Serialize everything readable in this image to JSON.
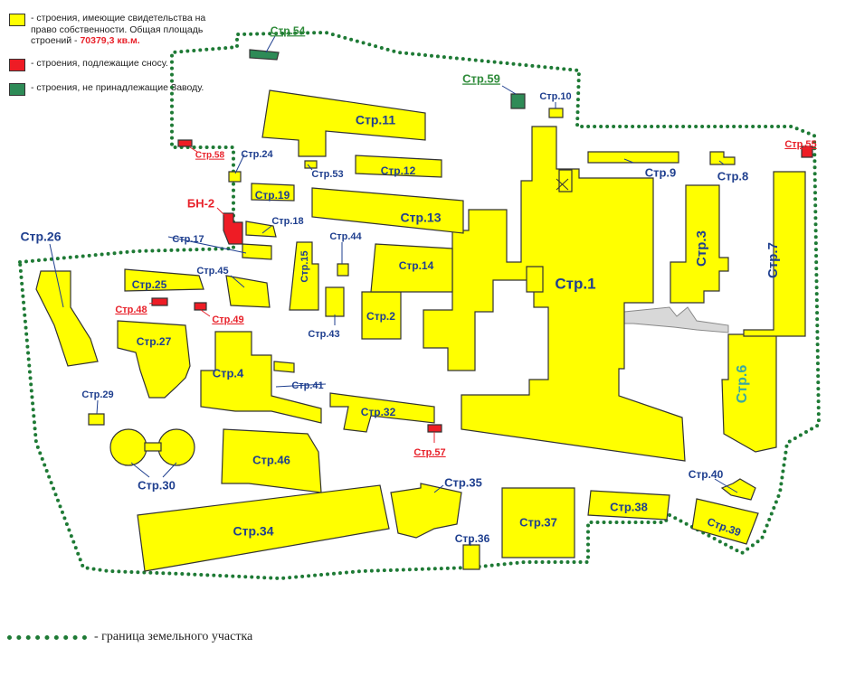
{
  "legend": {
    "owned_text": "- строения, имеющие свидетельства на право собственности. Общая площадь строений -",
    "owned_total": "70379,3 кв.м.",
    "demolish_text": "- строения, подлежащие сносу.",
    "not_owned_text": "- строения, не принадлежащие Заводу.",
    "boundary_text": "- граница земельного участка"
  },
  "colors": {
    "owned": "#ffff00",
    "demolish": "#ee1c25",
    "not_owned": "#2e8b57",
    "boundary": "#1e7a35",
    "label_blue": "#1f3f8f",
    "label_red": "#e8222b",
    "label_green": "#2f8b3a",
    "label_teal": "#3aa8a0"
  },
  "buildings": [
    {
      "label": "Стр.1",
      "status": "owned"
    },
    {
      "label": "Стр.2",
      "status": "owned"
    },
    {
      "label": "Стр.3",
      "status": "owned"
    },
    {
      "label": "Стр.4",
      "status": "owned"
    },
    {
      "label": "Стр.6",
      "status": "owned"
    },
    {
      "label": "Стр.7",
      "status": "owned"
    },
    {
      "label": "Стр.8",
      "status": "owned"
    },
    {
      "label": "Стр.9",
      "status": "owned"
    },
    {
      "label": "Стр.10",
      "status": "owned"
    },
    {
      "label": "Стр.11",
      "status": "owned"
    },
    {
      "label": "Стр.12",
      "status": "owned"
    },
    {
      "label": "Стр.13",
      "status": "owned"
    },
    {
      "label": "Стр.14",
      "status": "owned"
    },
    {
      "label": "Стр.15",
      "status": "owned"
    },
    {
      "label": "Стр.17",
      "status": "owned"
    },
    {
      "label": "Стр.18",
      "status": "owned"
    },
    {
      "label": "Стр.19",
      "status": "owned"
    },
    {
      "label": "Стр.24",
      "status": "owned"
    },
    {
      "label": "Стр.25",
      "status": "owned"
    },
    {
      "label": "Стр.26",
      "status": "owned"
    },
    {
      "label": "Стр.27",
      "status": "owned"
    },
    {
      "label": "Стр.29",
      "status": "owned"
    },
    {
      "label": "Стр.30",
      "status": "owned"
    },
    {
      "label": "Стр.32",
      "status": "owned"
    },
    {
      "label": "Стр.34",
      "status": "owned"
    },
    {
      "label": "Стр.35",
      "status": "owned"
    },
    {
      "label": "Стр.36",
      "status": "owned"
    },
    {
      "label": "Стр.37",
      "status": "owned"
    },
    {
      "label": "Стр.38",
      "status": "owned"
    },
    {
      "label": "Стр.39",
      "status": "owned"
    },
    {
      "label": "Стр.40",
      "status": "owned"
    },
    {
      "label": "Стр.41",
      "status": "owned"
    },
    {
      "label": "Стр.43",
      "status": "owned"
    },
    {
      "label": "Стр.44",
      "status": "owned"
    },
    {
      "label": "Стр.45",
      "status": "owned"
    },
    {
      "label": "Стр.46",
      "status": "owned"
    },
    {
      "label": "Стр.53",
      "status": "owned"
    },
    {
      "label": "Стр.48",
      "status": "demolish"
    },
    {
      "label": "Стр.49",
      "status": "demolish"
    },
    {
      "label": "Стр.55",
      "status": "demolish"
    },
    {
      "label": "Стр.57",
      "status": "demolish"
    },
    {
      "label": "Стр.58",
      "status": "demolish"
    },
    {
      "label": "БН-2",
      "status": "demolish"
    },
    {
      "label": "Стр.54",
      "status": "not_owned"
    },
    {
      "label": "Стр.59",
      "status": "not_owned"
    }
  ]
}
